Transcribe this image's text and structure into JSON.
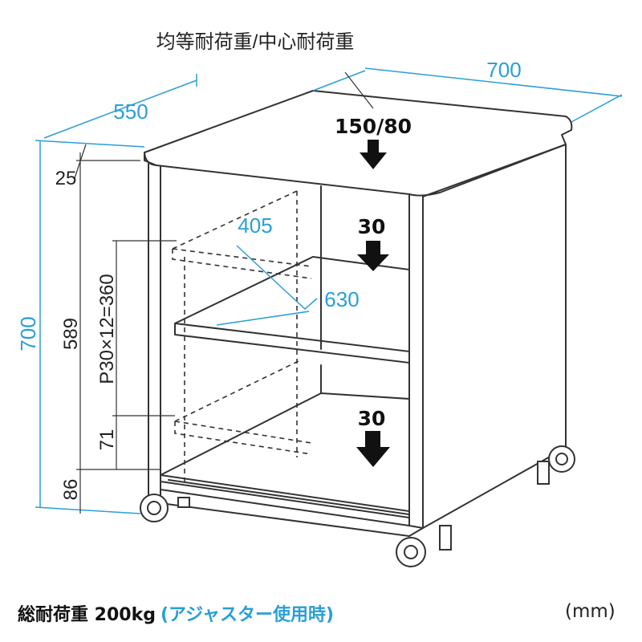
{
  "figure": {
    "load_title": "均等耐荷重/中心耐荷重",
    "top_load": "150/80",
    "shelf_load": "30",
    "bottom_load": "30",
    "dim_width": "700",
    "dim_depth": "550",
    "dim_height": "700",
    "dim_shelf_depth": "405",
    "dim_shelf_width": "630",
    "dim_25": "25",
    "dim_589": "589",
    "dim_pitch": "P30×12=360",
    "dim_71": "71",
    "dim_86": "86"
  },
  "caption": {
    "main": "総耐荷重 200kg",
    "note": "(アジャスター使用時)",
    "unit": "(mm)"
  },
  "colors": {
    "dimension_blue": "#2a9fd6",
    "line": "#333333"
  }
}
